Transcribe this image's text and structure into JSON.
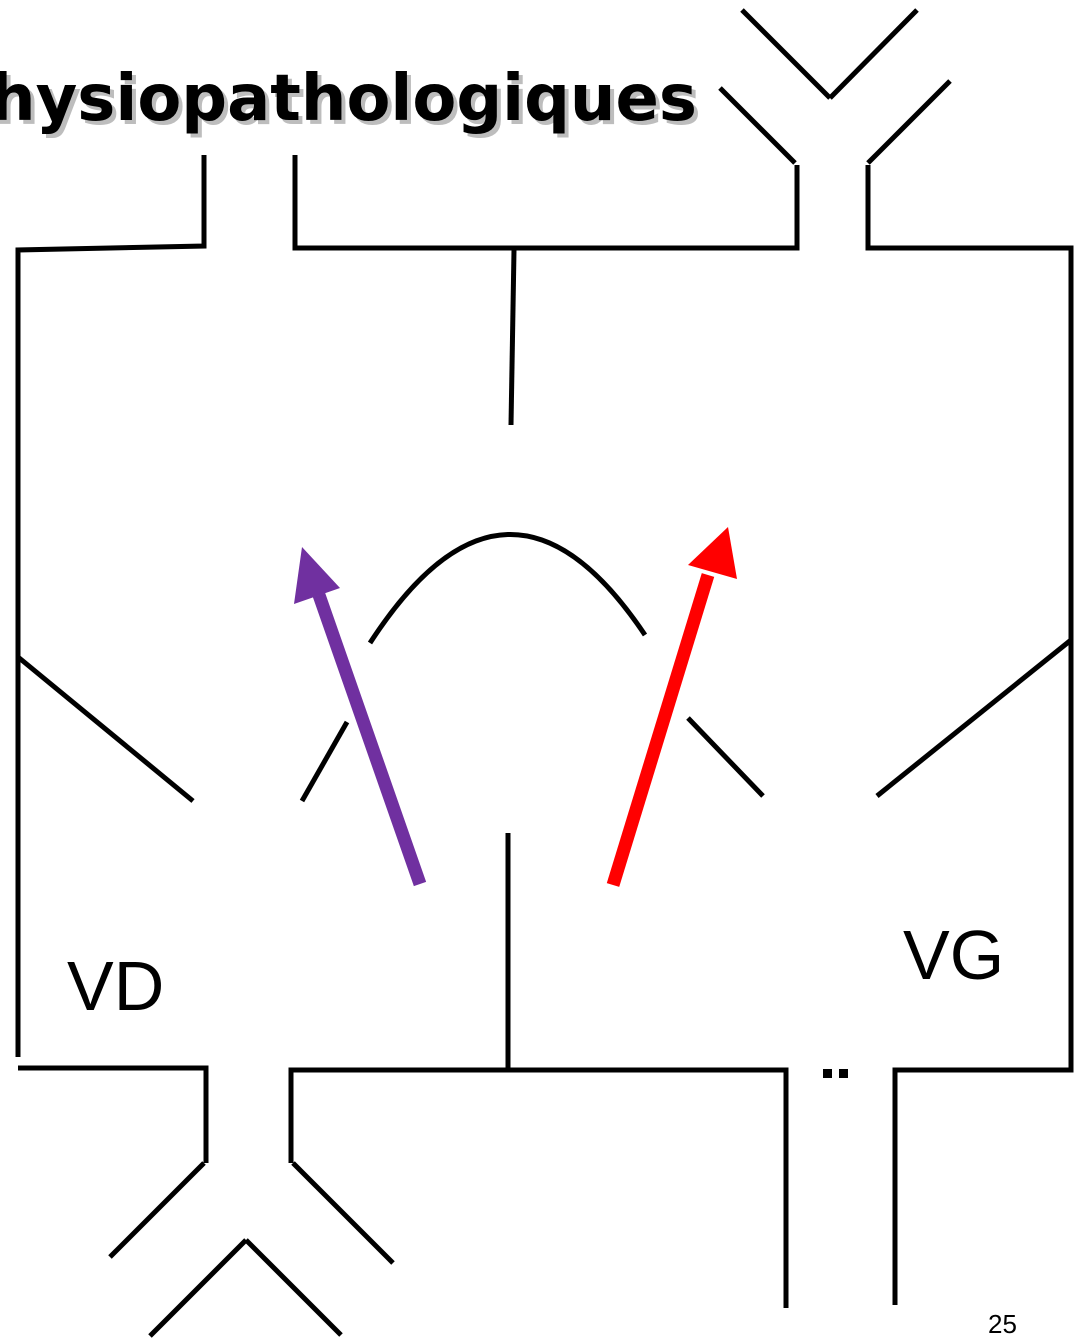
{
  "slide": {
    "title": "hysiopathologiques",
    "page_number": "25"
  },
  "diagram": {
    "labels": {
      "right_ventricle": "VD",
      "left_ventricle": "VG",
      "small_mark": ".."
    },
    "colors": {
      "outline": "#000000",
      "right_flow_arrow": "#7030a0",
      "left_flow_arrow": "#ff0000",
      "title_shadow": "#bdbdbd"
    }
  }
}
